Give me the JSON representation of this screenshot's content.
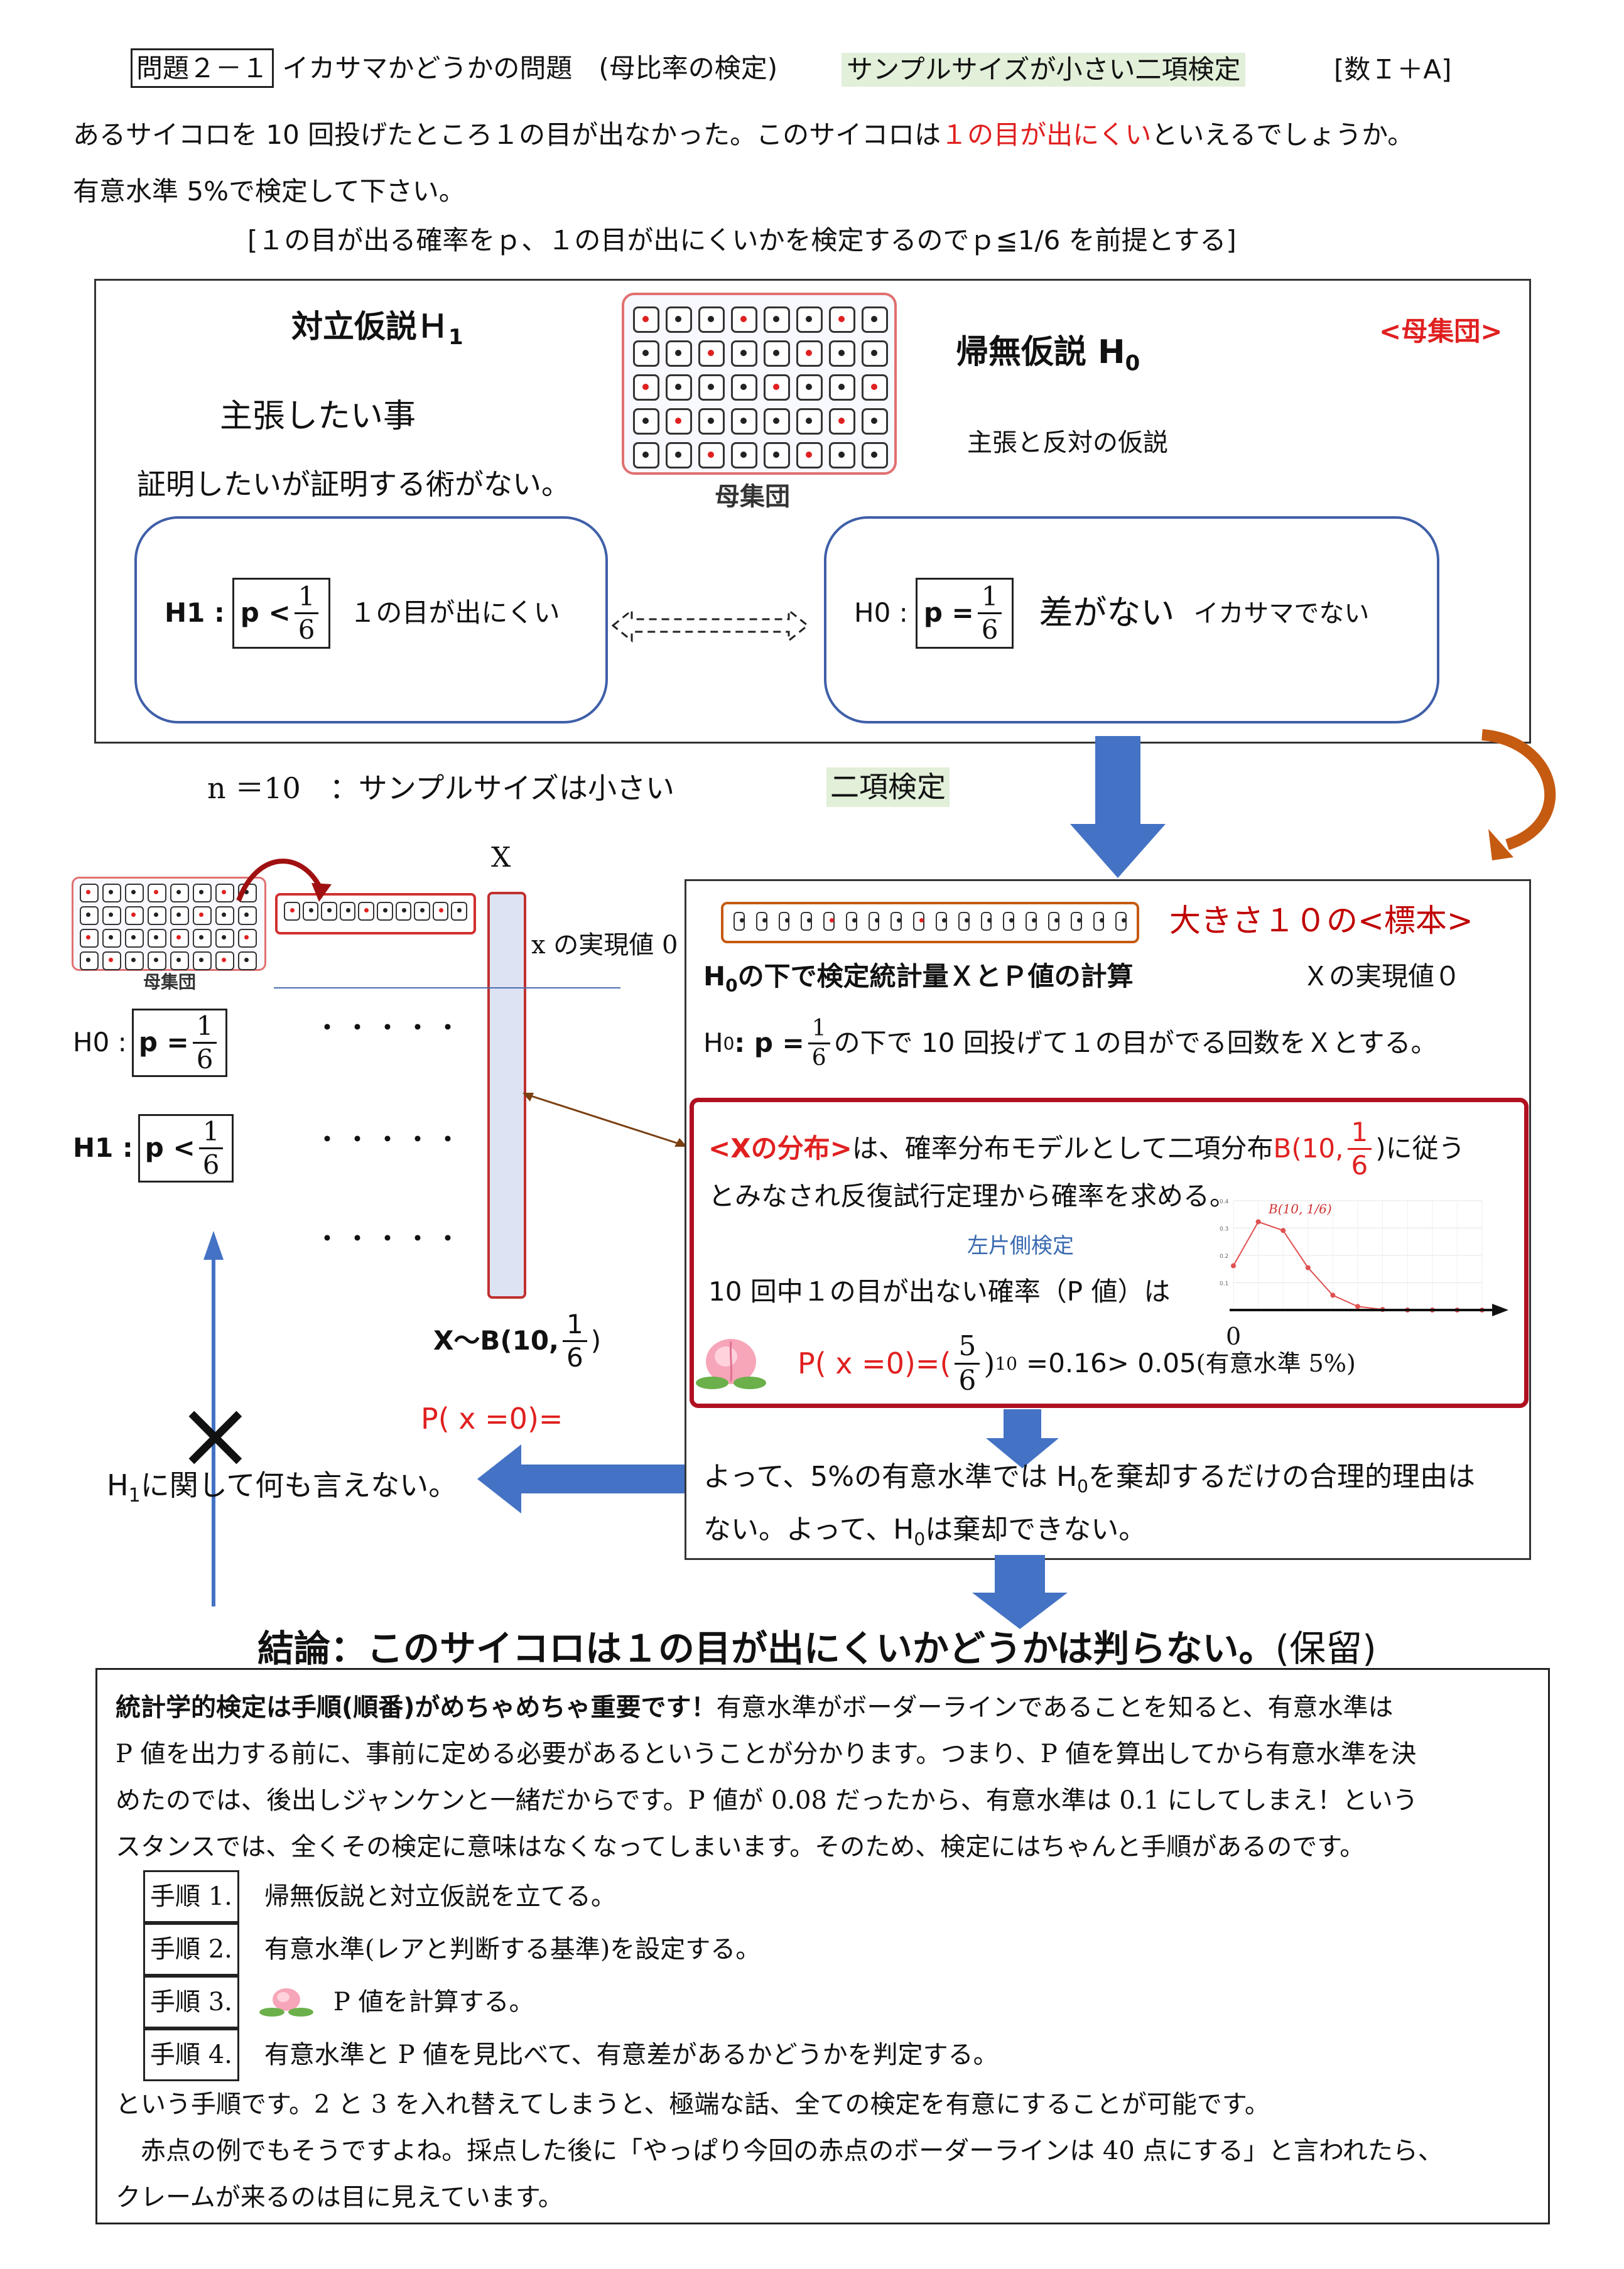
{
  "header": {
    "problem_no": "問題２－１",
    "title": "イカサマかどうかの問題　(母比率の検定)",
    "method_tag": "サンプルサイズが小さい二項検定",
    "subject": "[数Ｉ＋A]"
  },
  "question": {
    "line1_a": "あるサイコロを 10 回投げたところ１の目が出なかった。このサイコロは",
    "line1_red": "１の目が出にくい",
    "line1_b": "といえるでしょうか。",
    "line2": "有意水準 5%で検定して下さい。",
    "premise": "[１の目が出る確率をｐ、１の目が出にくいかを検定するのでｐ≦1/6 を前提とする]"
  },
  "hypothesis_panel": {
    "alt_title": "対立仮説Ｈ",
    "alt_sub": "1",
    "claim": "主張したい事",
    "cannot_prove": "証明したいが証明する術がない。",
    "population_caption": "母集団",
    "null_title": "帰無仮説 H",
    "null_sub": "0",
    "null_desc": "主張と反対の仮説",
    "population_tag": "<母集団>",
    "h1_label": "H1 :",
    "h1_formula": "p <",
    "h1_num": "1",
    "h1_den": "6",
    "h1_text": "１の目が出にくい",
    "h0_label": "H0 :",
    "h0_formula": "p =",
    "h0_num": "1",
    "h0_den": "6",
    "h0_text_big": "差がない",
    "h0_text_small": "イカサマでない"
  },
  "sample_info": {
    "n_text": "n ＝10　：サンプルサイズは小さい",
    "test_tag": "二項検定"
  },
  "left_diagram": {
    "population_caption": "母集団",
    "x_label": "X",
    "realized": "x の実現値 0",
    "h0_label": "H0 :",
    "h0_formula": "p =",
    "h1_label": "H1 :",
    "h1_formula": "p <",
    "num": "1",
    "den": "6",
    "dots": "・・・・・",
    "dist_label": "X～B(10,",
    "dist_close": ")",
    "p_label": "P( x =0)=",
    "cross": "×",
    "h1_conclusion": "H",
    "h1_conclusion_sub": "1",
    "h1_conclusion_rest": "に関して何も言えない。"
  },
  "sample_panel": {
    "sample_tag": "大きさ１０の<標本>",
    "calc_title": "H",
    "calc_title_sub": "0",
    "calc_title_rest": "の下で検定統計量ＸとＰ値の計算",
    "realized": "Ｘの実現値０",
    "h0_prefix": "H",
    "h0_sub": "0",
    "h0_formula": " :  p =",
    "h0_rest": "の下で 10 回投げて１の目がでる回数をＸとする。",
    "num": "1",
    "den": "6"
  },
  "distribution_box": {
    "dist_title": "<Xの分布>",
    "line1_a": "は、確率分布モデルとして二項分布",
    "line1_red": "B(10,",
    "line1_close": ")に従う",
    "line2": "とみなされ反復試行定理から確率を求める。",
    "left_tail": "左片側検定",
    "line3": "10 回中１の目が出ない確率（P 値）は",
    "p_expr_a": "P( x =0)=(",
    "p_num": "5",
    "p_den": "6",
    "p_exp": "10",
    "p_expr_b": "=0.16",
    "p_compare": "> 0.05",
    "p_note": "(有意水準 5%)",
    "chart_axis_zero": "0",
    "num": "1",
    "den": "6"
  },
  "chart_data": {
    "type": "line",
    "title": "B(10, 1/6)",
    "x": [
      0,
      1,
      2,
      3,
      4,
      5,
      6,
      7,
      8,
      9,
      10
    ],
    "values": [
      0.162,
      0.323,
      0.291,
      0.155,
      0.054,
      0.013,
      0.002,
      0.0,
      0.0,
      0.0,
      0.0
    ],
    "ylim": [
      0,
      0.4
    ],
    "ytick_labels": [
      "0.4",
      "0.3",
      "0.2",
      "0.1"
    ],
    "series_color": "#e05050"
  },
  "result": {
    "line1_a": "よって、5%の有意水準では H",
    "line1_sub": "0",
    "line1_b": "を棄却するだけの合理的理由は",
    "line2_a": "ない。よって、H",
    "line2_sub": "0",
    "line2_b": "は棄却できない。"
  },
  "conclusion": {
    "main": "結論：このサイコロは１の目が出にくいかどうかは判らない。",
    "note": "(保留)"
  },
  "notes": {
    "p1_bold": "統計学的検定は手順(順番)がめちゃめちゃ重要です！",
    "p1_rest": "有意水準がボーダーラインであることを知ると、有意水準は",
    "p2": "P 値を出力する前に、事前に定める必要があるということが分かります。つまり、P 値を算出してから有意水準を決",
    "p3": "めたのでは、後出しジャンケンと一緒だからです。P 値が 0.08 だったから、有意水準は 0.1 にしてしまえ！という",
    "p4": "スタンスでは、全くその検定に意味はなくなってしまいます。そのため、検定にはちゃんと手順があるのです。",
    "steps": [
      {
        "label": "手順 1.",
        "text": "帰無仮説と対立仮説を立てる。"
      },
      {
        "label": "手順 2.",
        "text": "有意水準(レアと判断する基準)を設定する。"
      },
      {
        "label": "手順 3.",
        "text": "P 値を計算する。"
      },
      {
        "label": "手順 4.",
        "text": "有意水準と P 値を見比べて、有意差があるかどうかを判定する。"
      }
    ],
    "p5": "という手順です。2 と 3 を入れ替えてしまうと、極端な話、全ての検定を有意にすることが可能です。",
    "p6": "　赤点の例でもそうですよね。採点した後に「やっぱり今回の赤点のボーダーラインは 40 点にする」と言われたら、",
    "p7": "クレームが来るのは目に見えています。"
  }
}
